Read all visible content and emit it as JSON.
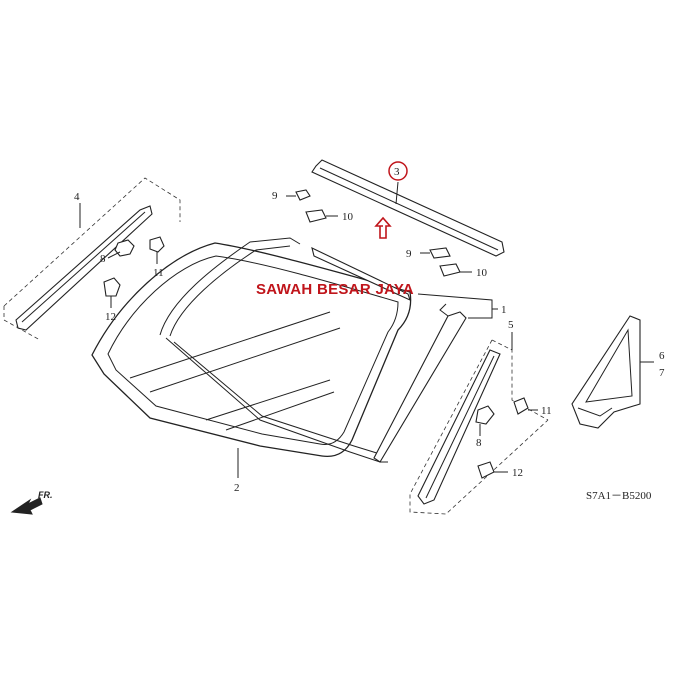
{
  "watermark": "SAWAH BESAR JAYA",
  "diagram_code": "S7A1－B5200",
  "direction_label": "FR.",
  "labels": {
    "l1": "1",
    "l2": "2",
    "l3": "3",
    "l4": "4",
    "l5": "5",
    "l6": "6",
    "l7": "7",
    "l8a": "8",
    "l8b": "8",
    "l9a": "9",
    "l9b": "9",
    "l10a": "10",
    "l10b": "10",
    "l11a": "11",
    "l11b": "11",
    "l12a": "12",
    "l12b": "12"
  },
  "colors": {
    "highlight": "#c0151b",
    "line": "#222222"
  }
}
